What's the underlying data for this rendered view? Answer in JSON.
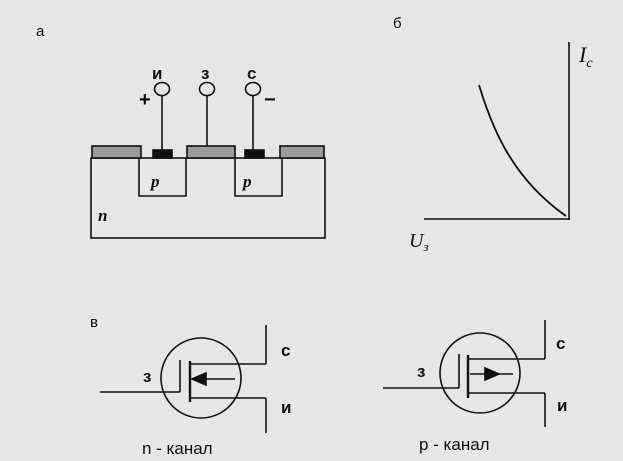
{
  "panels": {
    "a": "а",
    "b": "б",
    "v": "в"
  },
  "structure": {
    "terminals": {
      "source": "и",
      "gate": "з",
      "drain": "с"
    },
    "polarity": {
      "plus": "+",
      "minus": "−"
    },
    "regions": {
      "p_left": "p",
      "p_right": "p",
      "substrate": "n"
    }
  },
  "graph": {
    "y_label_main": "I",
    "y_label_sub": "c",
    "x_label_main": "U",
    "x_label_sub": "з"
  },
  "symbols": {
    "n_channel": {
      "gate": "з",
      "drain": "с",
      "source": "и",
      "caption": "n - канал"
    },
    "p_channel": {
      "gate": "з",
      "drain": "с",
      "source": "и",
      "caption": "р - канал"
    }
  },
  "colors": {
    "background": "#e6e6e6",
    "ink": "#111111",
    "oxide": "#9a9a9a",
    "metal": "#111111"
  }
}
